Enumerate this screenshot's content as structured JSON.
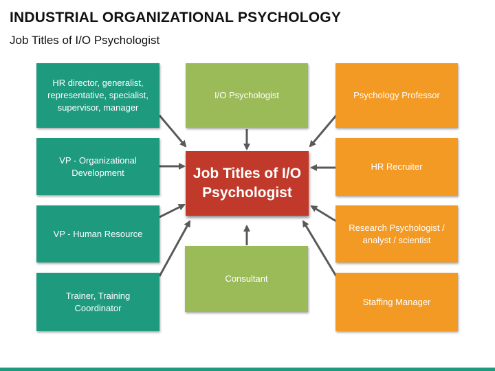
{
  "header": {
    "title": "INDUSTRIAL ORGANIZATIONAL PSYCHOLOGY",
    "subtitle": "Job Titles of I/O Psychologist"
  },
  "center": {
    "label": "Job Titles of I/O\nPsychologist"
  },
  "left_boxes": [
    {
      "label": "HR director, generalist,\nrepresentative, specialist,\nsupervisor, manager"
    },
    {
      "label": "VP - Organizational\nDevelopment"
    },
    {
      "label": "VP - Human Resource"
    },
    {
      "label": "Trainer, Training\nCoordinator"
    }
  ],
  "middle_boxes": [
    {
      "label": "I/O Psychologist"
    },
    {
      "label": "Consultant"
    }
  ],
  "right_boxes": [
    {
      "label": "Psychology Professor"
    },
    {
      "label": "HR Recruiter"
    },
    {
      "label": "Research Psychologist /\nanalyst / scientist"
    },
    {
      "label": "Staffing Manager"
    }
  ],
  "colors": {
    "teal": "#1e9a7f",
    "green": "#9bbb59",
    "orange": "#f29a24",
    "center": "#c0392b",
    "arrow": "#595959"
  }
}
